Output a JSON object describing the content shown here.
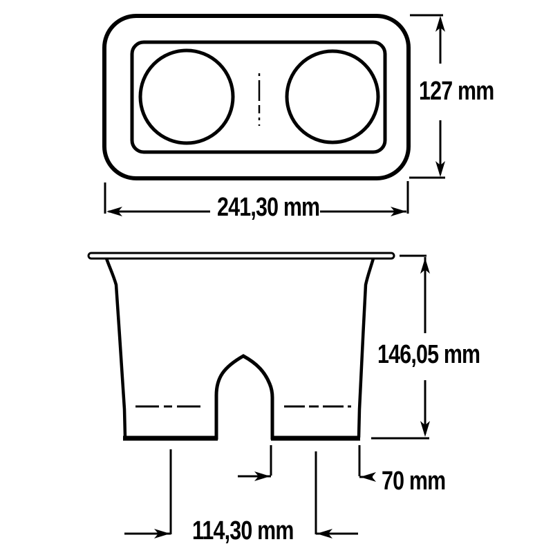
{
  "page": {
    "background_color": "#ffffff",
    "ink_color": "#000000",
    "unit": "mm",
    "description_icons": [
      "top-view-drawing",
      "side-view-drawing"
    ]
  },
  "dimensions": {
    "top_view_width": "241,30 mm",
    "top_view_height": "127 mm",
    "side_view_height": "146,05 mm",
    "foot_width": "70 mm",
    "foot_spacing": "114,30 mm"
  }
}
